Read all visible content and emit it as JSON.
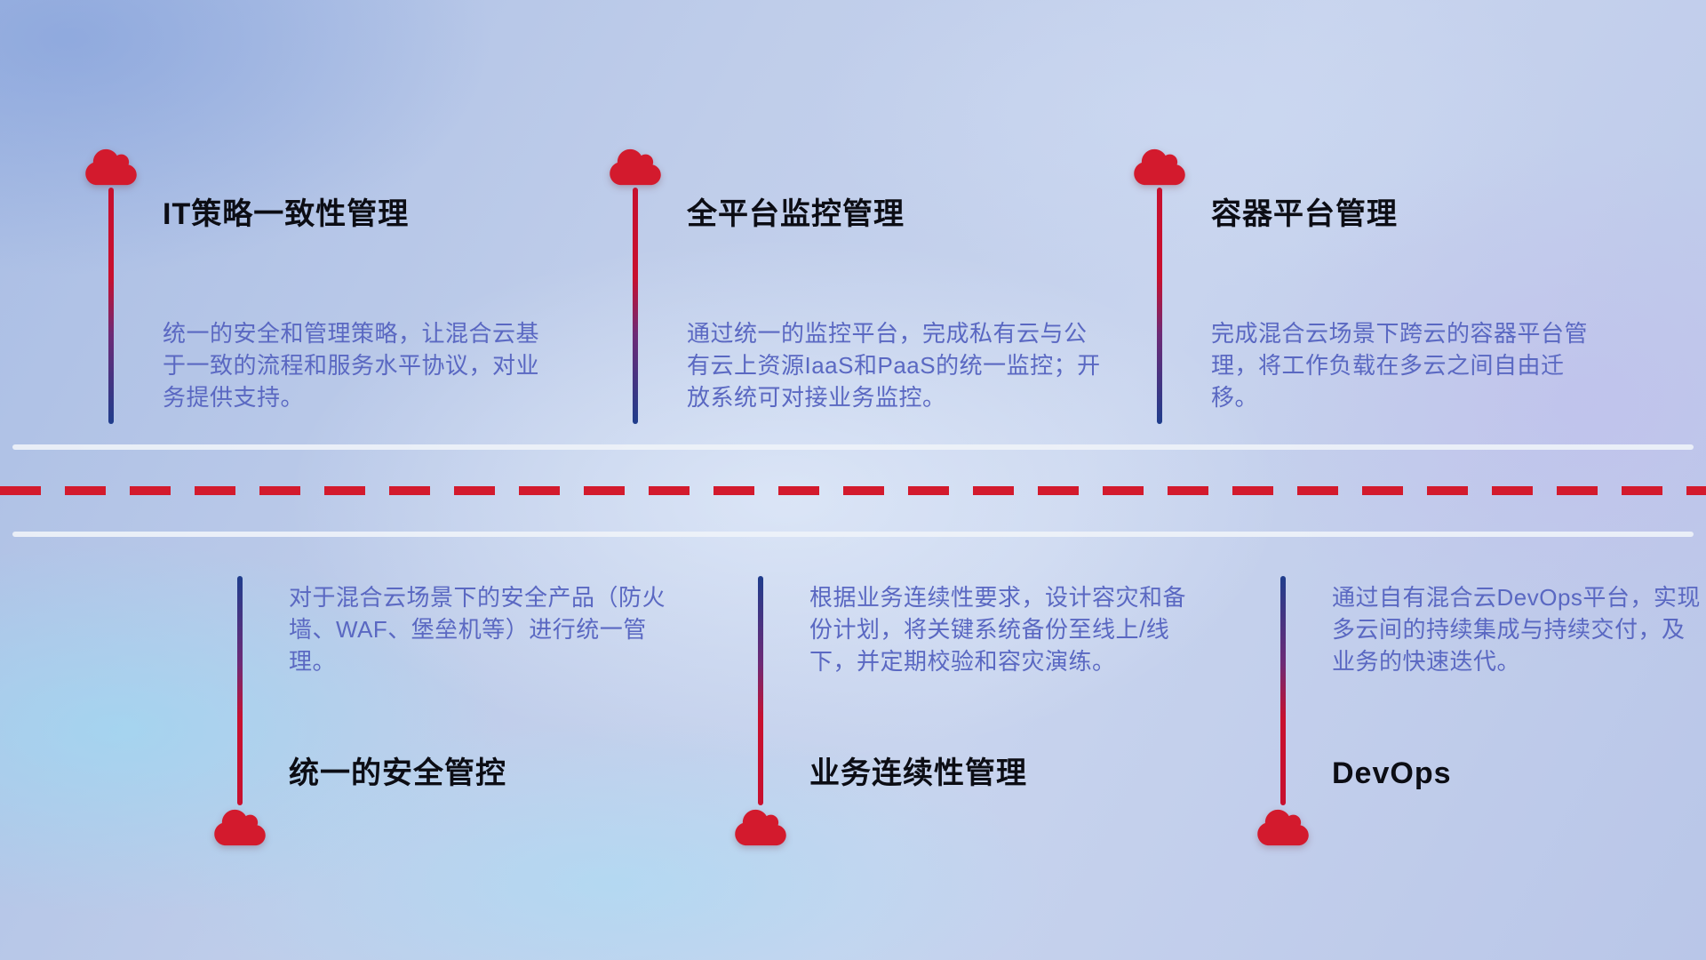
{
  "top_items": [
    {
      "title": "IT策略一致性管理",
      "description": "统一的安全和管理策略，让混合云基于一致的流程和服务水平协议，对业务提供支持。"
    },
    {
      "title": "全平台监控管理",
      "description": "通过统一的监控平台，完成私有云与公有云上资源IaaS和PaaS的统一监控；开放系统可对接业务监控。"
    },
    {
      "title": "容器平台管理",
      "description": "完成混合云场景下跨云的容器平台管理，将工作负载在多云之间自由迁移。"
    }
  ],
  "bottom_items": [
    {
      "title": "统一的安全管控",
      "description": "对于混合云场景下的安全产品（防火墙、WAF、堡垒机等）进行统一管理。"
    },
    {
      "title": "业务连续性管理",
      "description": "根据业务连续性要求，设计容灾和备份计划，将关键系统备份至线上/线下，并定期校验和容灾演练。"
    },
    {
      "title": "DevOps",
      "description": "通过自有混合云DevOps平台，实现多云间的持续集成与持续交付，及业务的快速迭代。"
    }
  ],
  "icons": {
    "cloud": "cloud-icon"
  },
  "colors": {
    "accent_red": "#d31a2d",
    "accent_blue": "#1f3d8c",
    "desc_color": "#5a68c2",
    "title_color": "#0c0d14",
    "solid_line": "#eef2f8"
  }
}
